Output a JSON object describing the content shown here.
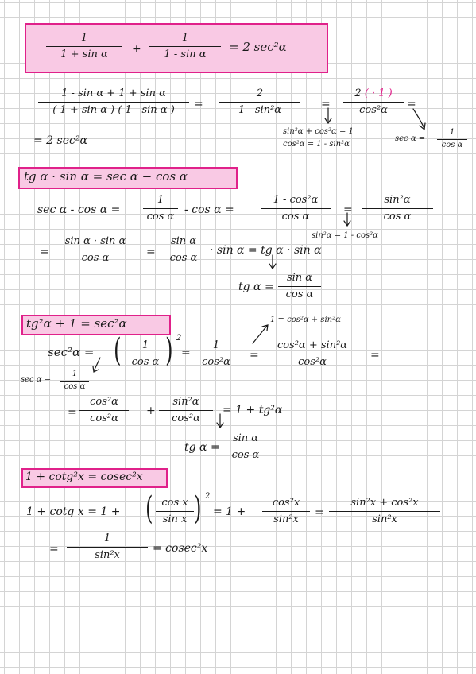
{
  "sections": [
    {
      "title": {
        "lhs1_num": "1",
        "lhs1_den": "1 + sin α",
        "plus": "+",
        "lhs2_num": "1",
        "lhs2_den": "1 - sin α",
        "rhs": "= 2 sec²α"
      },
      "steps": {
        "f1_num": "1 - sin α  + 1 + sin α",
        "f1_den": "( 1 + sin α ) ( 1 - sin α )",
        "eq1": "=",
        "f2_num": "2",
        "f2_den": "1  -  sin²α",
        "eq2": "=",
        "f3_num": "2",
        "f3_num_note": "( · 1 )",
        "f3_den": "cos²α",
        "eq3": "=",
        "result": "= 2 sec²α",
        "note_identity_1": "sin²α + cos²α = 1",
        "note_identity_2": "cos²α = 1 - sin²α",
        "note_sec_lhs": "sec α =",
        "note_sec_num": "1",
        "note_sec_den": "cos α"
      }
    },
    {
      "title": "tg α · sin α = sec α  −  cos α",
      "steps": {
        "lhs": "sec α - cos α  =",
        "f1_num": "1",
        "f1_den": "cos α",
        "minus": "-  cos α  =",
        "f2_num": "1 - cos²α",
        "f2_den": "cos α",
        "eq1": "=",
        "f3_num": "sin²α",
        "f3_den": "cos α",
        "note_identity": "sin²α = 1 - cos²α",
        "eq2": "=",
        "f4_num": "sin α · sin α",
        "f4_den": "cos α",
        "eq3": "=",
        "f5_num": "sin α",
        "f5_den": "cos α",
        "times": "· sin α  =  tg α · sin α",
        "note_tg_lhs": "tg α =",
        "note_tg_num": "sin α",
        "note_tg_den": "cos α"
      }
    },
    {
      "title": "tg²α + 1 = sec²α",
      "steps": {
        "lhs": "sec²α =",
        "p_num": "1",
        "p_den": "cos α",
        "p_exp": "2",
        "eq1": "=",
        "f1_num": "1",
        "f1_den": "cos²α",
        "eq2": "=",
        "f2_num": "cos²α + sin²α",
        "f2_den": "cos²α",
        "eq3": "=",
        "note_identity": "1 = cos²α + sin²α",
        "note_sec_lhs": "sec α =",
        "note_sec_num": "1",
        "note_sec_den": "cos α",
        "eq4": "=",
        "f3_num": "cos²α",
        "f3_den": "cos²α",
        "plus": "+",
        "f4_num": "sin²α",
        "f4_den": "cos²α",
        "result": "=  1  +  tg²α",
        "note_tg_lhs": "tg α =",
        "note_tg_num": "sin α",
        "note_tg_den": "cos α"
      }
    },
    {
      "title": "1 + cotg²x = cosec²x",
      "steps": {
        "lhs": "1 + cotg x   =   1 +",
        "p_num": "cos x",
        "p_den": "sin x",
        "p_exp": "2",
        "eq1": "=   1  +",
        "f1_num": "cos²x",
        "f1_den": "sin²x",
        "eq2": "=",
        "f2_num": "sin²x  + cos²x",
        "f2_den": "sin²x",
        "eq3": "=",
        "f3_num": "1",
        "f3_den": "sin²x",
        "result": "= cosec²x"
      }
    }
  ],
  "colors": {
    "highlight_fill": "#f9c9e4",
    "highlight_border": "#e0218a",
    "ink": "#1a1a1a",
    "grid": "#d4d4d4"
  }
}
